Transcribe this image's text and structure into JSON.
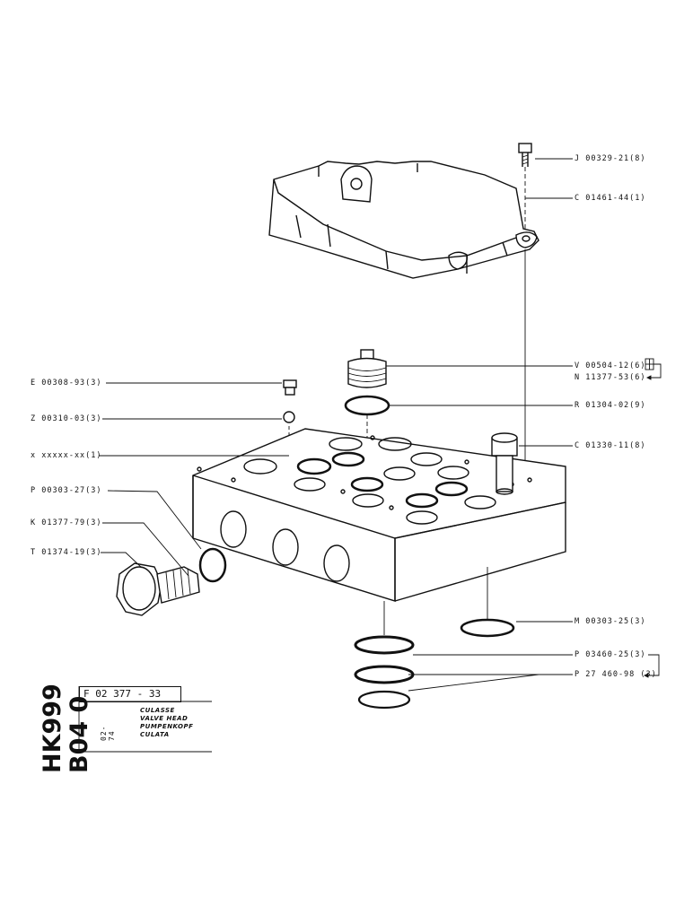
{
  "drawing": {
    "side_code": "HK999 B04 0",
    "date": "02-74",
    "ref_code": "F 02   377 - 33",
    "names": [
      "CULASSE",
      "VALVE HEAD",
      "PUMPENKOPF",
      "CULATA"
    ]
  },
  "parts_right": [
    {
      "id": "bolt-top",
      "label": "J 00329-21(8)"
    },
    {
      "id": "cover",
      "label": "C 01461-44(1)"
    },
    {
      "id": "valve",
      "label": "V 00504-12(6)"
    },
    {
      "id": "valve-n",
      "label": "N 11377-53(6)"
    },
    {
      "id": "ring-r",
      "label": "R 01304-02(9)"
    },
    {
      "id": "screw-c",
      "label": "C 01330-11(8)"
    },
    {
      "id": "ring-m",
      "label": "M 00303-25(3)"
    },
    {
      "id": "ring-p1",
      "label": "P 03460-25(3)"
    },
    {
      "id": "ring-p2",
      "label": "P 27 460-98 (3)"
    }
  ],
  "parts_left": [
    {
      "id": "screw-e",
      "label": "E 00308-93(3)"
    },
    {
      "id": "ball-z",
      "label": "Z 00310-03(3)"
    },
    {
      "id": "block-x",
      "label": "x xxxxx-xx(1)"
    },
    {
      "id": "seal-p",
      "label": "P 00303-27(3)"
    },
    {
      "id": "spring-k",
      "label": "K 01377-79(3)"
    },
    {
      "id": "plug-t",
      "label": "T 01374-19(3)"
    }
  ]
}
